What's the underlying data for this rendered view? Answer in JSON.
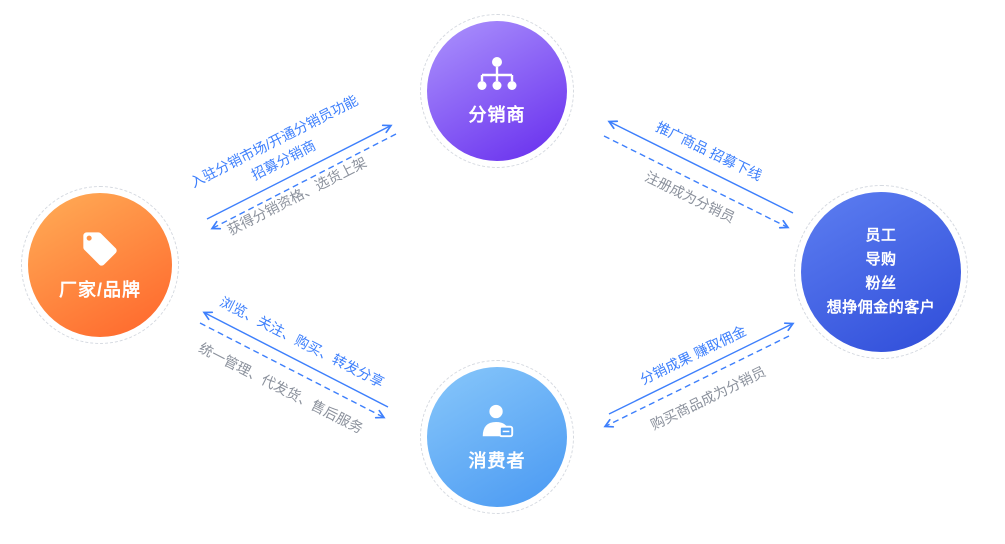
{
  "diagram": {
    "nodes": {
      "distributor": {
        "label": "分销商"
      },
      "brand": {
        "label": "厂家/品牌"
      },
      "consumer": {
        "label": "消费者"
      },
      "audience": {
        "lines": [
          "员工",
          "导购",
          "粉丝",
          "想挣佣金的客户"
        ]
      }
    },
    "edges": {
      "brand_distributor_solid": {
        "line1": "入驻分销市场/开通分销员功能",
        "line2": "招募分销商"
      },
      "distributor_brand_dashed": {
        "label": "获得分销资格、选货上架"
      },
      "audience_distributor_solid": {
        "label": "推广商品 招募下线"
      },
      "distributor_audience_dashed": {
        "label": "注册成为分销员"
      },
      "consumer_brand_solid": {
        "label": "浏览、关注、购买、转发分享"
      },
      "brand_consumer_dashed": {
        "label": "统一管理、代发货、售后服务"
      },
      "consumer_audience_solid": {
        "label": "分销成果 赚取佣金"
      },
      "audience_consumer_dashed": {
        "label": "购买商品成为分销员"
      }
    },
    "colors": {
      "arrow_blue": "#3d7ffc",
      "label_gray": "#8b919c",
      "ring_dash": "#d5d9e0",
      "distributor_gradient_from": "#a98ffc",
      "distributor_gradient_to": "#6d36ef",
      "brand_gradient_from": "#ffaa55",
      "brand_gradient_to": "#ff6c2f",
      "audience_gradient_from": "#5b7cf0",
      "audience_gradient_to": "#3351db",
      "consumer_gradient_from": "#85c5fa",
      "consumer_gradient_to": "#4f9df3"
    }
  }
}
